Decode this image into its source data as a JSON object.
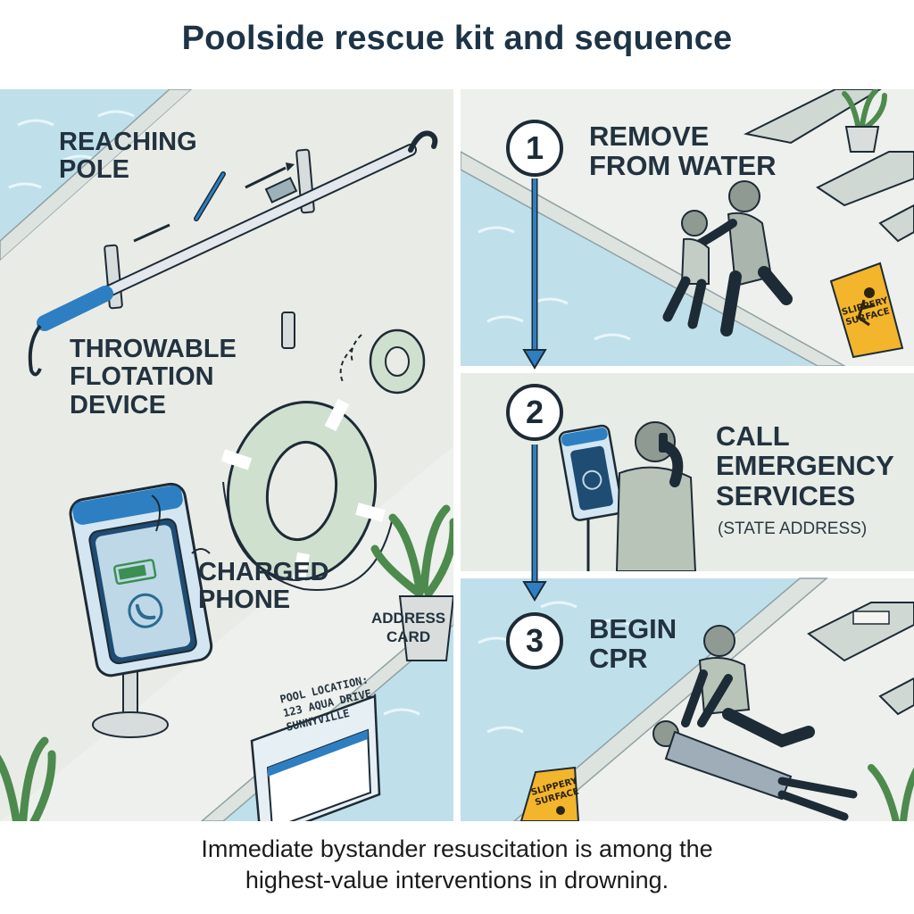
{
  "title": "Poolside rescue kit and sequence",
  "kit": {
    "reaching_pole": [
      "REACHING",
      "POLE"
    ],
    "flotation": [
      "THROWABLE",
      "FLOTATION",
      "DEVICE"
    ],
    "phone": [
      "CHARGED",
      "PHONE"
    ],
    "address_card_label": [
      "ADDRESS",
      "CARD"
    ],
    "address_card_text": [
      "POOL LOCATION:",
      "123 AQUA DRIVE,",
      "SUNNYVILLE"
    ]
  },
  "steps": [
    {
      "number": "1",
      "label": [
        "REMOVE",
        "FROM WATER"
      ]
    },
    {
      "number": "2",
      "label": [
        "CALL",
        "EMERGENCY",
        "SERVICES"
      ],
      "note": "(STATE ADDRESS)"
    },
    {
      "number": "3",
      "label": [
        "BEGIN",
        "CPR"
      ]
    }
  ],
  "signs": {
    "top": [
      "SLIPPERY",
      "SURFACE"
    ],
    "bottom": [
      "SLIPPERY",
      "SURFACE"
    ]
  },
  "caption": [
    "Immediate bystander resuscitation is among the",
    "highest-value interventions in drowning."
  ],
  "colors": {
    "water": "#bfe0ea",
    "deck": "#edf0ec",
    "accent_blue": "#2e7fc2",
    "ring": "#cfe0cf",
    "sign_yellow": "#f3b52b",
    "outline": "#1d2b36"
  }
}
